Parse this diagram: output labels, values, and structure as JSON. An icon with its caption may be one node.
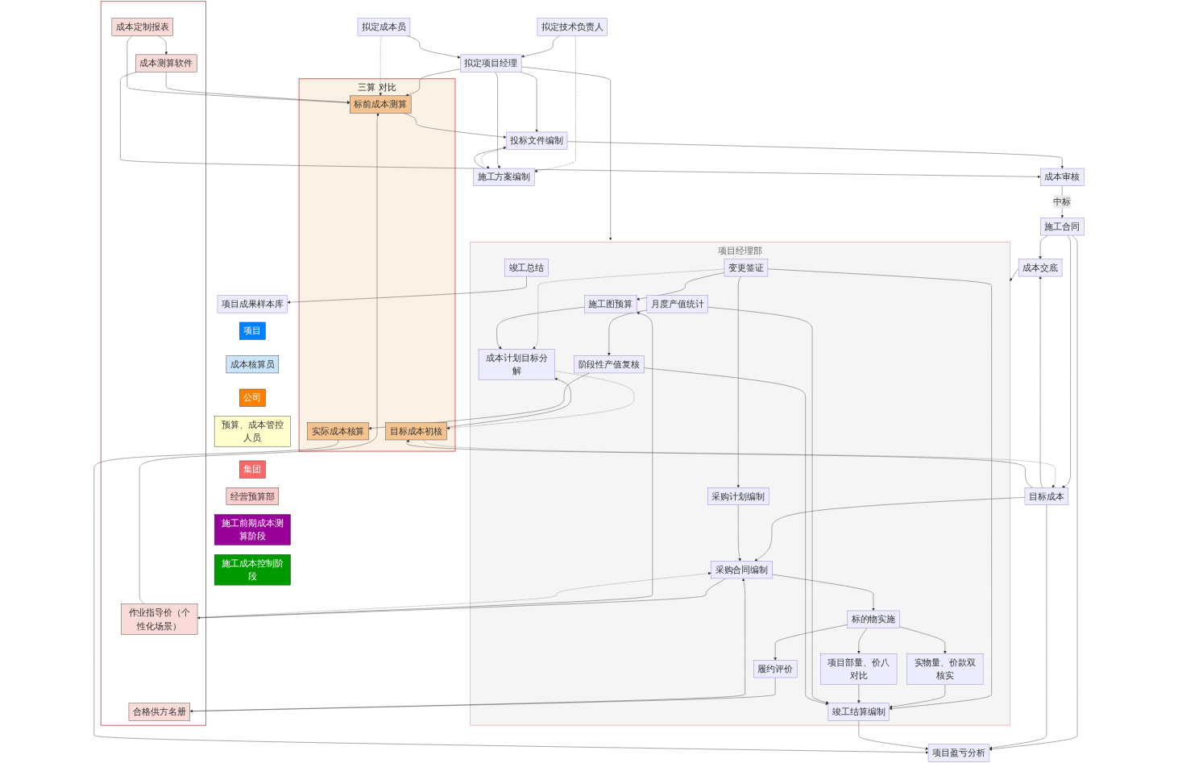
{
  "diagram": {
    "nodes": [
      {
        "text": [
          "项目"
        ]
      },
      {
        "text": [
          "成本核算员"
        ]
      },
      {
        "text": [
          "公司"
        ]
      },
      {
        "text": [
          "预算、成本管控人员"
        ]
      },
      {
        "text": [
          "集团"
        ]
      },
      {
        "text": [
          "经营预算部"
        ]
      },
      {
        "text": [
          "施工前期成本测算阶段"
        ]
      },
      {
        "text": [
          "施工成本控制阶段"
        ]
      },
      {
        "text": [],
        "shape": "box"
      },
      {
        "text": [
          "成本测算软件"
        ],
        "in": 8
      },
      {
        "text": [
          "成本定制报表"
        ],
        "in": 8
      },
      {
        "text": [
          "作业指导价（个性化场景）"
        ],
        "in": 8
      },
      {
        "text": [
          "合格供方名册"
        ],
        "in": 8
      },
      {
        "text": [
          "三算",
          "对比"
        ]
      },
      {
        "text": [
          "标前成本测算"
        ],
        "in": 13
      },
      {
        "text": [
          "目标成本初核"
        ],
        "in": 13
      },
      {
        "text": [
          "实际成本核算"
        ],
        "in": 13
      },
      {
        "text": [
          "项目经理部"
        ]
      },
      {
        "text": [
          "拟定技术负责人"
        ]
      },
      {
        "text": [
          "拟定项目经理"
        ]
      },
      {
        "text": [
          "拟定成本员"
        ]
      },
      {
        "text": [
          "施工方案编制"
        ]
      },
      {
        "text": [
          "投标文件编制"
        ]
      },
      {
        "text": [
          "成本审核"
        ]
      },
      {
        "text": [
          "施工合同"
        ]
      },
      {
        "text": [
          "成本交底"
        ]
      },
      {
        "text": [
          "目标成本"
        ]
      },
      {
        "text": [
          "项目盈亏分析"
        ]
      },
      {
        "text": [
          "项目成果样本库"
        ]
      },
      {
        "text": [
          "施工图预算"
        ],
        "in": 17
      },
      {
        "text": [
          "变更签证"
        ],
        "in": 17
      },
      {
        "text": [
          "成本计划目标分解"
        ],
        "in": 17
      },
      {
        "text": [
          "采购计划编制"
        ],
        "in": 17
      },
      {
        "text": [
          "采购合同编制"
        ],
        "in": 17
      },
      {
        "text": [
          "标的物实施"
        ],
        "in": 17
      },
      {
        "text": [
          "履约评价"
        ],
        "in": 17
      },
      {
        "text": [
          "实物量、价款双核实"
        ],
        "in": 17
      },
      {
        "text": [
          "项目部量、价八对比"
        ],
        "in": 17
      },
      {
        "text": [
          "竣工结算编制"
        ],
        "in": 17
      },
      {
        "text": [
          "月度产值统计"
        ],
        "in": 17
      },
      {
        "text": [
          "阶段性产值复核"
        ],
        "in": 17
      },
      {
        "text": [
          "竣工总结"
        ],
        "in": 17
      }
    ],
    "edges": [
      {
        "from": 18,
        "to": 21,
        "arrow": "to",
        "style": "dashed"
      },
      {
        "from": 18,
        "to": 19,
        "arrow": "to"
      },
      {
        "from": 19,
        "to": 21,
        "arrow": "to"
      },
      {
        "from": 20,
        "to": 19,
        "arrow": "to"
      },
      {
        "from": 19,
        "to": 22,
        "arrow": "to"
      },
      {
        "from": 19,
        "to": 14,
        "arrow": "to"
      },
      {
        "from": 20,
        "to": 14,
        "arrow": "to",
        "style": "dashed"
      },
      {
        "from": 19,
        "to": 17,
        "arrow": "to"
      },
      {
        "from": 21,
        "to": 22,
        "arrow": "to"
      },
      {
        "from": 22,
        "to": 21,
        "arrow": "to",
        "style": "dashed"
      },
      {
        "from": 14,
        "to": 22,
        "arrow": "to"
      },
      {
        "from": 9,
        "to": 14,
        "arrow": "to"
      },
      {
        "from": 10,
        "to": 9,
        "arrow": "to"
      },
      {
        "from": 10,
        "to": 14,
        "arrow": "to"
      },
      {
        "from": 11,
        "to": 14,
        "arrow": "to"
      },
      {
        "from": 9,
        "to": 23,
        "arrow": "to"
      },
      {
        "from": 22,
        "to": 23,
        "arrow": "to"
      },
      {
        "from": 23,
        "to": 24,
        "arrow": "to",
        "label": "中标"
      },
      {
        "from": 25,
        "to": 17,
        "arrow": "to"
      },
      {
        "from": 11,
        "to": 29,
        "arrow": "to"
      },
      {
        "from": 24,
        "to": 25,
        "arrow": "to"
      },
      {
        "from": 26,
        "to": 25,
        "arrow": "to"
      },
      {
        "from": 24,
        "to": 26,
        "arrow": "to"
      },
      {
        "from": 24,
        "to": 27,
        "arrow": "to"
      },
      {
        "from": 26,
        "to": 27,
        "arrow": "to"
      },
      {
        "from": 30,
        "to": 29,
        "arrow": "to"
      },
      {
        "from": 30,
        "to": 31,
        "arrow": "to",
        "style": "dashed"
      },
      {
        "from": 29,
        "to": 31,
        "arrow": "to"
      },
      {
        "from": 30,
        "to": 32,
        "arrow": "to"
      },
      {
        "from": 30,
        "to": 38,
        "arrow": "to"
      },
      {
        "from": 31,
        "to": 15,
        "arrow": "to",
        "style": "dashed"
      },
      {
        "from": 15,
        "to": 26,
        "arrow": "to",
        "style": "dashed"
      },
      {
        "from": 26,
        "to": 15,
        "arrow": "to"
      },
      {
        "from": 15,
        "to": 31,
        "arrow": "to"
      },
      {
        "from": 33,
        "to": 11,
        "arrow": "to"
      },
      {
        "from": 11,
        "to": 33,
        "arrow": "to",
        "style": "dashed"
      },
      {
        "from": 26,
        "to": 33,
        "arrow": "to"
      },
      {
        "from": 12,
        "to": 33,
        "arrow": "to"
      },
      {
        "from": 35,
        "to": 12,
        "arrow": "to"
      },
      {
        "from": 32,
        "to": 33,
        "arrow": "to"
      },
      {
        "from": 33,
        "to": 34,
        "arrow": "to"
      },
      {
        "from": 34,
        "to": 35,
        "arrow": "to"
      },
      {
        "from": 34,
        "to": 36,
        "arrow": "to"
      },
      {
        "from": 34,
        "to": 37,
        "arrow": "to"
      },
      {
        "from": 36,
        "to": 38,
        "arrow": "to"
      },
      {
        "from": 37,
        "to": 38,
        "arrow": "to"
      },
      {
        "from": 39,
        "to": 38,
        "arrow": "to"
      },
      {
        "from": 40,
        "to": 38,
        "arrow": "to"
      },
      {
        "from": 39,
        "to": 40,
        "arrow": "to"
      },
      {
        "from": 38,
        "to": 27,
        "arrow": "to"
      },
      {
        "from": 40,
        "to": 16,
        "arrow": "to"
      },
      {
        "from": 16,
        "to": 27,
        "arrow": "to"
      },
      {
        "from": 41,
        "to": 28,
        "arrow": "to"
      }
    ]
  }
}
